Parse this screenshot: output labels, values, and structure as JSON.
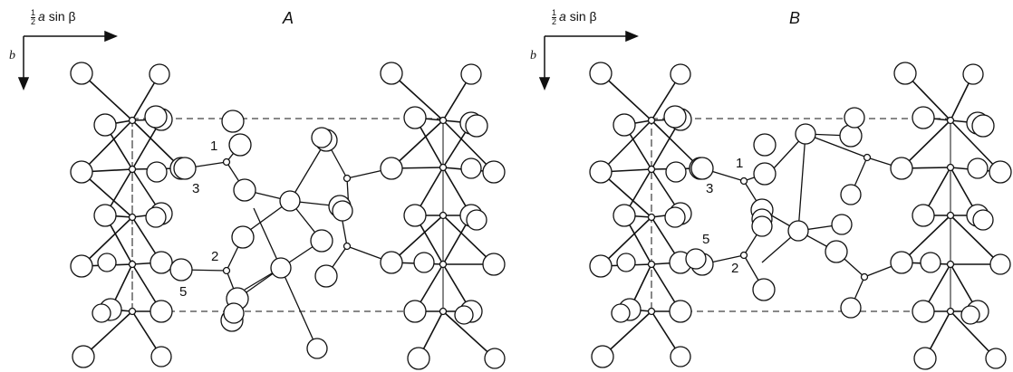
{
  "panels": [
    {
      "title": "A",
      "axis_horizontal": {
        "frac_num": "1",
        "frac_den": "2",
        "var": "a",
        "rest": " sin β"
      },
      "axis_vertical": "b",
      "atom_labels": [
        {
          "id": "1",
          "text": "1"
        },
        {
          "id": "2",
          "text": "2"
        },
        {
          "id": "3",
          "text": "3"
        },
        {
          "id": "5",
          "text": "5"
        }
      ]
    },
    {
      "title": "B",
      "axis_horizontal": {
        "frac_num": "1",
        "frac_den": "2",
        "var": "a",
        "rest": " sin β"
      },
      "axis_vertical": "b",
      "atom_labels": [
        {
          "id": "1",
          "text": "1"
        },
        {
          "id": "2",
          "text": "2"
        },
        {
          "id": "3",
          "text": "3"
        },
        {
          "id": "5",
          "text": "5"
        }
      ]
    }
  ],
  "colors": {
    "line": "#111111",
    "atom_fill": "#ffffff",
    "metal_fill": "#111111"
  }
}
